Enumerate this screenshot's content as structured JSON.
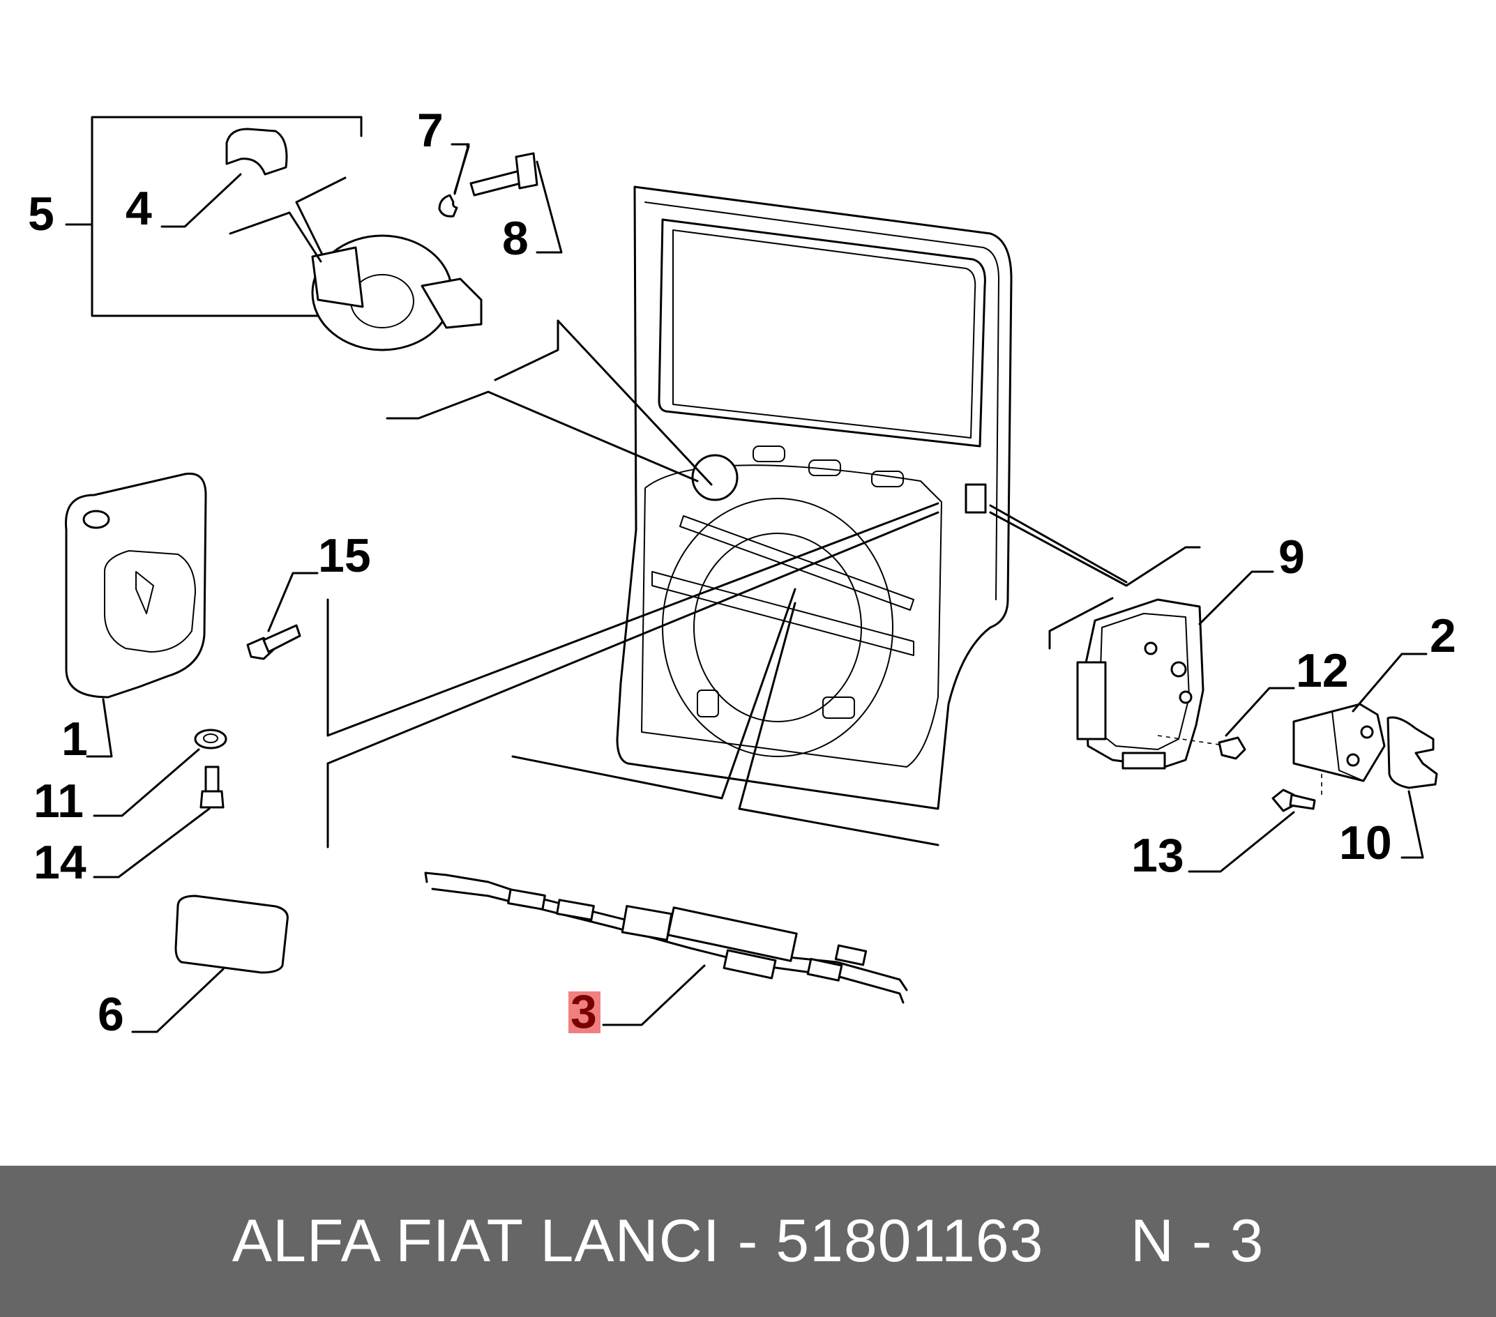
{
  "callouts": [
    {
      "id": "1",
      "label": "1"
    },
    {
      "id": "2",
      "label": "2"
    },
    {
      "id": "3",
      "label": "3",
      "highlight": true
    },
    {
      "id": "4",
      "label": "4"
    },
    {
      "id": "5",
      "label": "5"
    },
    {
      "id": "6",
      "label": "6"
    },
    {
      "id": "7",
      "label": "7"
    },
    {
      "id": "8",
      "label": "8"
    },
    {
      "id": "9",
      "label": "9"
    },
    {
      "id": "10",
      "label": "10"
    },
    {
      "id": "11",
      "label": "11"
    },
    {
      "id": "12",
      "label": "12"
    },
    {
      "id": "13",
      "label": "13"
    },
    {
      "id": "14",
      "label": "14"
    },
    {
      "id": "15",
      "label": "15"
    }
  ],
  "highlight_color": "#f08080",
  "footer": {
    "text": "ALFA FIAT LANCI - 51801163     N - 3",
    "background": "#666666"
  }
}
